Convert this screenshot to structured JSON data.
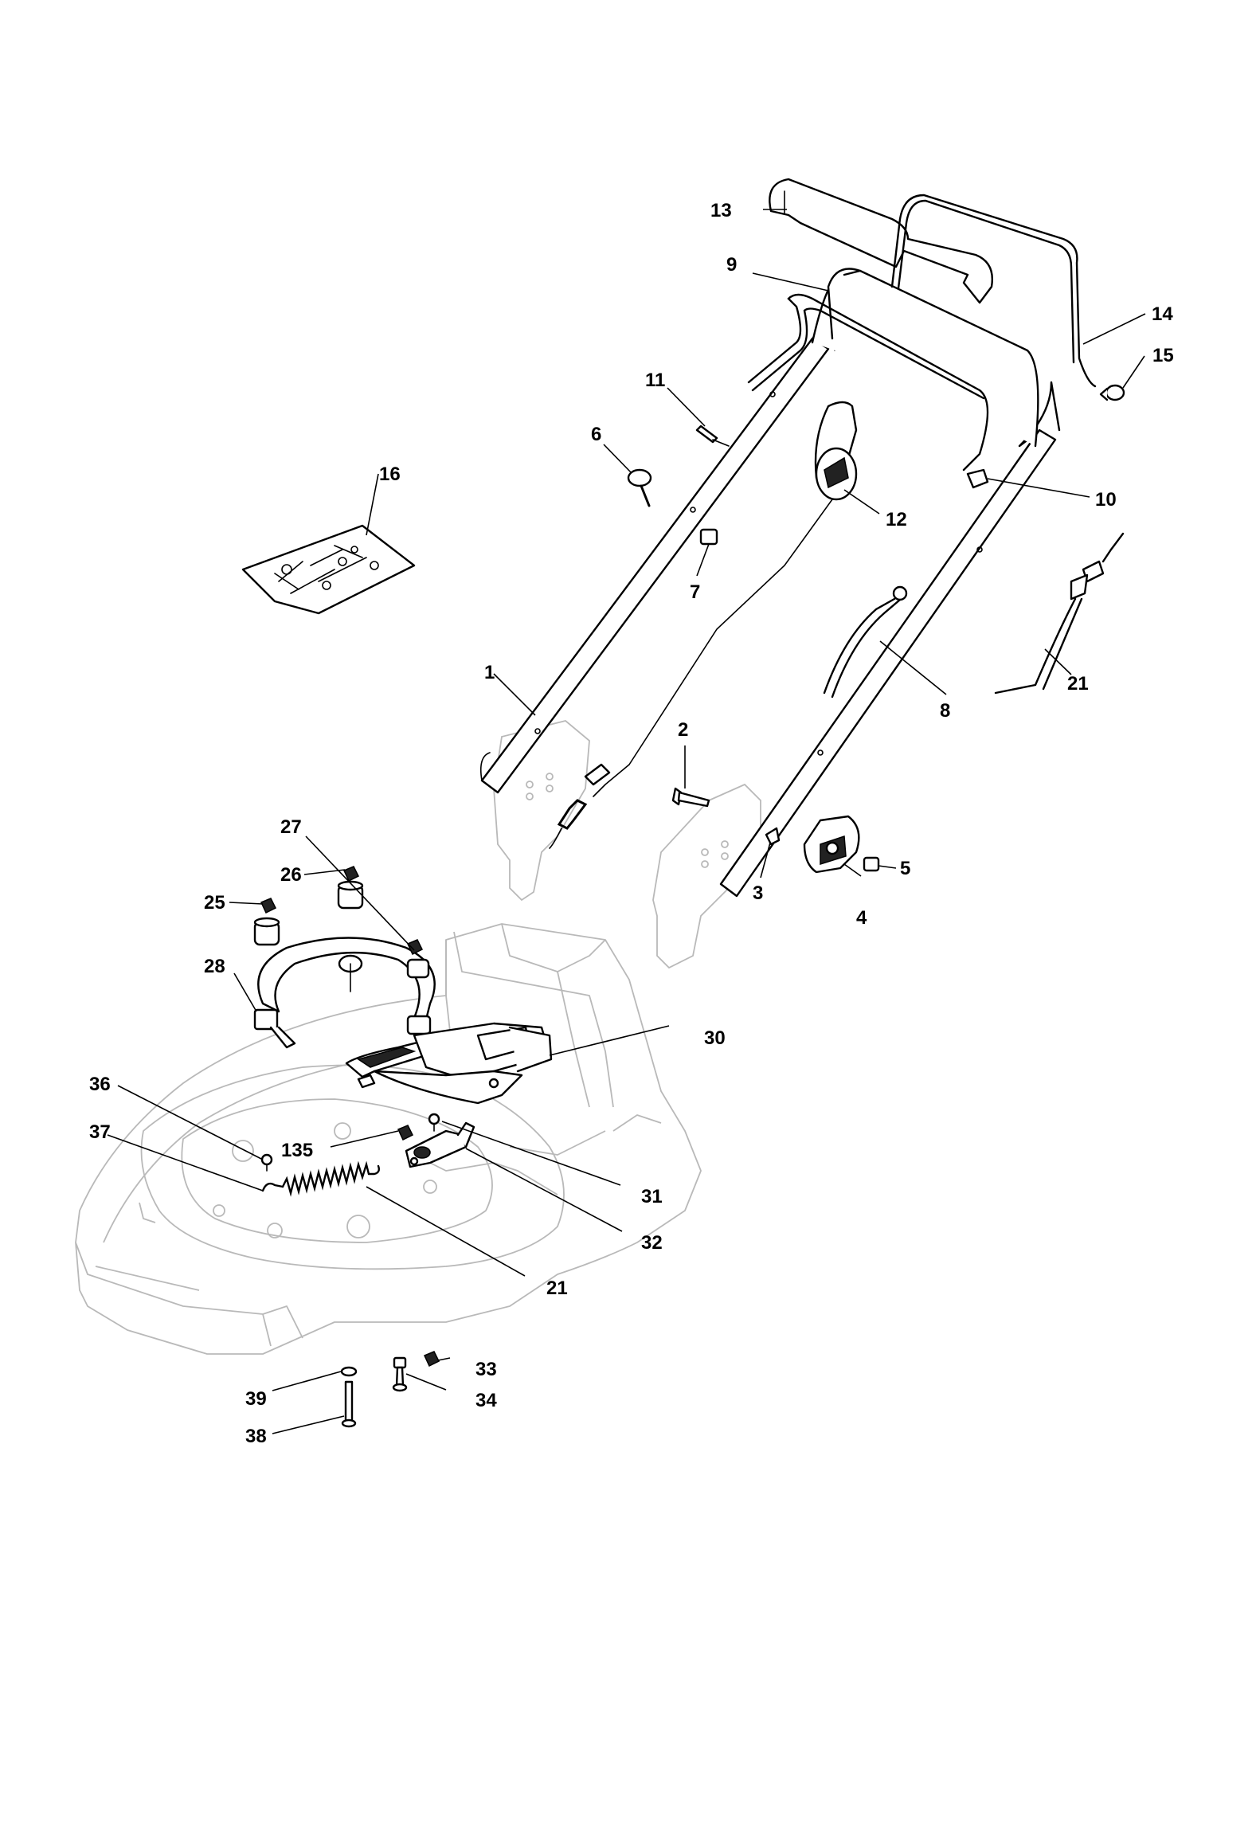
{
  "callouts": {
    "c1": "1",
    "c2": "2",
    "c3": "3",
    "c4": "4",
    "c5": "5",
    "c6": "6",
    "c7": "7",
    "c8": "8",
    "c9": "9",
    "c10": "10",
    "c11": "11",
    "c12": "12",
    "c13": "13",
    "c14": "14",
    "c15": "15",
    "c16": "16",
    "c21a": "21",
    "c21b": "21",
    "c25": "25",
    "c26": "26",
    "c27": "27",
    "c28": "28",
    "c30": "30",
    "c31": "31",
    "c32": "32",
    "c33": "33",
    "c34": "34",
    "c36": "36",
    "c37": "37",
    "c38": "38",
    "c39": "39",
    "c135": "135"
  }
}
